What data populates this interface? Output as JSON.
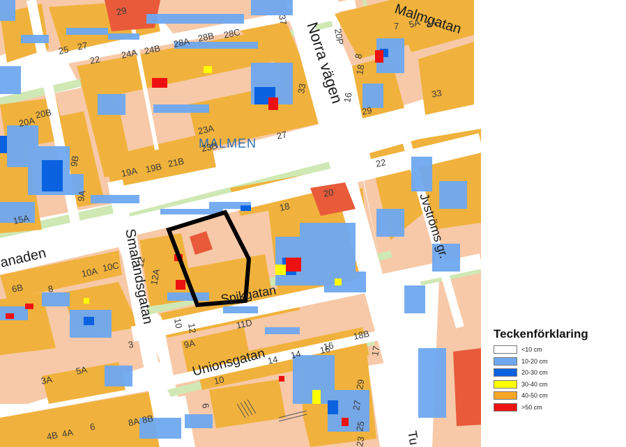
{
  "map": {
    "district": "MALMEN",
    "streets": {
      "norra_vagen": "Norra vägen",
      "malmgatan": "Malmgatan",
      "smalandsgatan": "Smalandsgatan",
      "unionsgatan": "Unionsgatan",
      "spikgatan": "Spikgatan",
      "esplanaden": "anaden",
      "jvstrom": "Jvströms gr.",
      "tu": "Tu"
    },
    "house_numbers": [
      "29",
      "25",
      "27",
      "28C",
      "28B",
      "28A",
      "24B",
      "24A",
      "22",
      "37",
      "7",
      "5A",
      "3A",
      "20P",
      "18",
      "16",
      "29",
      "33",
      "8",
      "33",
      "27",
      "23A",
      "23B",
      "21B",
      "19B",
      "19A",
      "9B",
      "9A",
      "20A",
      "20B",
      "15A",
      "6B",
      "8",
      "10A",
      "10C",
      "12",
      "12A",
      "18",
      "20",
      "22",
      "16",
      "14",
      "10",
      "9A",
      "11D",
      "18B",
      "17",
      "6",
      "4B",
      "4A",
      "8A",
      "8B",
      "6",
      "3A",
      "5A",
      "3",
      "10",
      "12",
      "14",
      "16",
      "29",
      "27",
      "25",
      "23"
    ],
    "study_area_label": ""
  },
  "legend": {
    "title": "Teckenförklaring",
    "items": [
      {
        "label": "<10 cm",
        "color": "#ffffff"
      },
      {
        "label": "10-20 cm",
        "color": "#6fa8f0"
      },
      {
        "label": "20-30 cm",
        "color": "#0a62e0"
      },
      {
        "label": "30-40 cm",
        "color": "#ffff00"
      },
      {
        "label": "40-50 cm",
        "color": "#f5a623"
      },
      {
        "label": ">50 cm",
        "color": "#ee1111"
      }
    ]
  },
  "colors": {
    "block": "#f7c9a8",
    "building": "#f0b23c",
    "park": "#cfe8b4",
    "street": "#ffffff",
    "landmark": "#e85a3a",
    "outline": "#000000"
  }
}
